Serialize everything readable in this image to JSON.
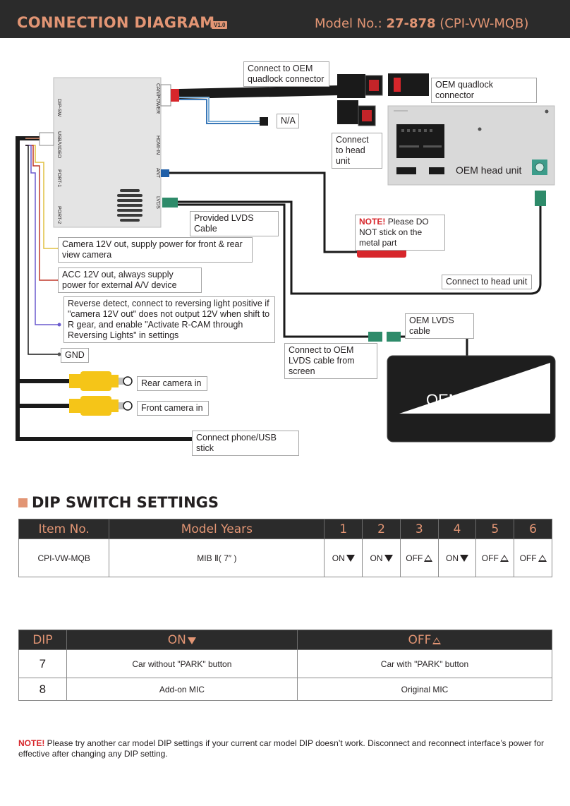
{
  "header": {
    "title": "CONNECTION DIAGRAM",
    "version": "V1.0",
    "model_prefix": "Model No.: ",
    "model_number": "27-878",
    "model_code": "(CPI-VW-MQB)"
  },
  "diagram": {
    "box_ports": [
      "DIP-SW",
      "USB/VIDEO",
      "PORT-1",
      "PORT-2",
      "CAN/POWER",
      "HDMI-IN",
      "ANT",
      "LVDS"
    ],
    "labels": {
      "connect_oem_quadlock": "Connect to OEM quadlock connector",
      "oem_quadlock": "OEM quadlock connector",
      "na": "N/A",
      "connect_head_unit_1": "Connect to head unit",
      "oem_head_unit": "OEM head unit",
      "provided_lvds": "Provided LVDS Cable",
      "note_prefix": "NOTE!",
      "note_metal": "Please DO NOT stick on the metal part",
      "camera_12v": "Camera 12V out, supply power for front & rear view camera",
      "acc_12v": "ACC 12V out, always supply power for external A/V device",
      "reverse": "Reverse detect, connect to reversing light positive if \"camera 12V out\" does not output 12V when shift to R gear, and enable \"Activate R-CAM through Reversing Lights\" in settings",
      "gnd": "GND",
      "connect_head_unit_2": "Connect to head unit",
      "oem_lvds_cable": "OEM LVDS cable",
      "connect_oem_lvds": "Connect to OEM LVDS cable from screen",
      "oem_screen": "OEM screen",
      "rear_camera": "Rear camera in",
      "front_camera": "Front camera in",
      "connect_phone": "Connect phone/USB stick"
    }
  },
  "dip": {
    "section_title": "DIP SWITCH SETTINGS",
    "headers": [
      "Item No.",
      "Model Years",
      "1",
      "2",
      "3",
      "4",
      "5",
      "6"
    ],
    "row": {
      "item": "CPI-VW-MQB",
      "years": "MIB Ⅱ( 7″ )",
      "switches": [
        "ON",
        "ON",
        "OFF",
        "ON",
        "OFF",
        "OFF"
      ]
    },
    "switch_icons": [
      "triangle-down",
      "triangle-down",
      "triangle-up",
      "triangle-down",
      "triangle-up",
      "triangle-up"
    ]
  },
  "dip2": {
    "headers": [
      "DIP",
      "ON",
      "OFF"
    ],
    "rows": [
      {
        "dip": "7",
        "on": "Car without \"PARK\" button",
        "off": "Car with \"PARK\" button"
      },
      {
        "dip": "8",
        "on": "Add-on MIC",
        "off": "Original MIC"
      }
    ]
  },
  "footer_note": {
    "prefix": "NOTE!",
    "text": " Please try another car model DIP settings if your current car model DIP doesn’t work. Disconnect and reconnect interface’s power for effective after changing any DIP setting."
  },
  "colors": {
    "accent": "#e29574",
    "header_bg": "#2b2b2b",
    "cable": "#1a1a1a",
    "rca_yellow": "#f5c518",
    "note_red": "#d7262b",
    "lvds_green": "#2e8b6a",
    "ant_blue": "#1f5fa8"
  }
}
